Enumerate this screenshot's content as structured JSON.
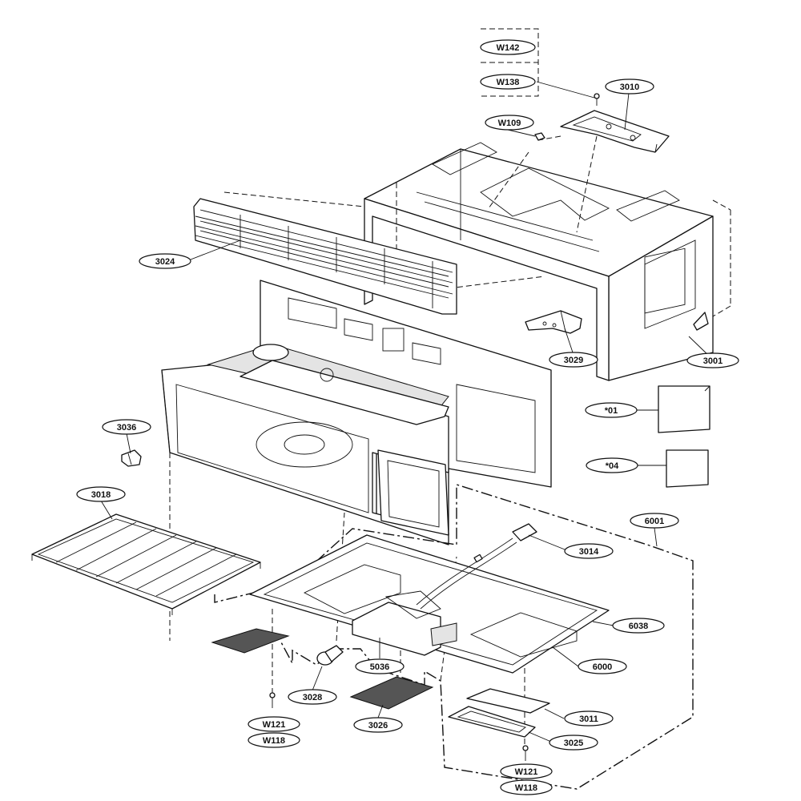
{
  "labels": {
    "W142": "W142",
    "W138": "W138",
    "W109": "W109",
    "p3010": "3010",
    "p3024": "3024",
    "p3029": "3029",
    "p3001": "3001",
    "s01": "*01",
    "s04": "*04",
    "p3036": "3036",
    "p3018": "3018",
    "p6001": "6001",
    "p3014": "3014",
    "p6038": "6038",
    "p6000": "6000",
    "p5036": "5036",
    "p3028": "3028",
    "p3026": "3026",
    "p3011": "3011",
    "p3025": "3025",
    "W121a": "W121",
    "W118a": "W118",
    "W121b": "W121",
    "W118b": "W118"
  },
  "colors": {
    "line": "#111111",
    "background": "#ffffff",
    "mesh": "#555555"
  }
}
